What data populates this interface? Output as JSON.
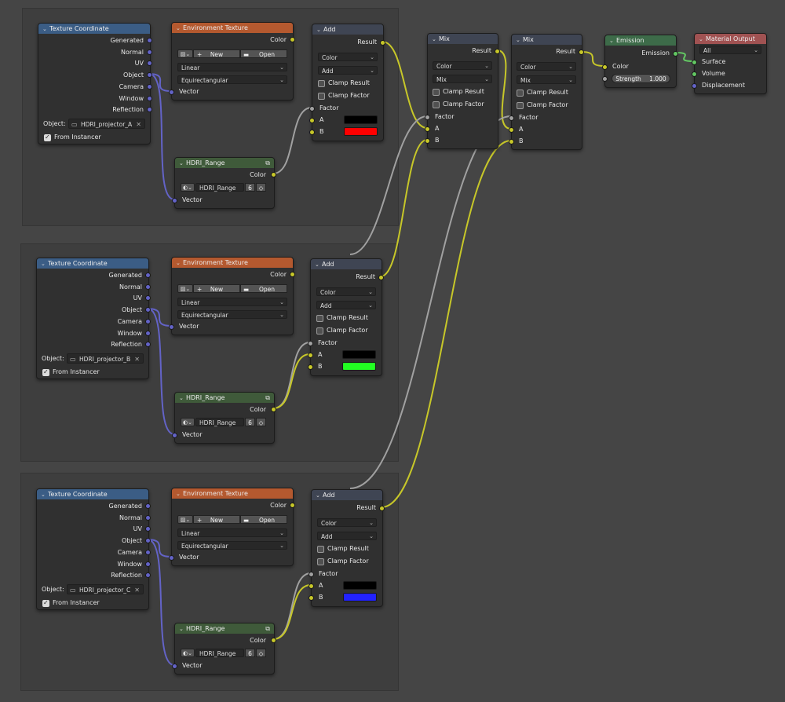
{
  "colors": {
    "vector_socket": "#6363c7",
    "color_socket": "#c7c729",
    "factor_socket": "#a1a1a1",
    "shader_socket": "#63c763",
    "input_header": "#3b5d85",
    "texture_header": "#b4592f",
    "converter_header": "#3f4553",
    "shader_header": "#3d6b49",
    "output_header": "#a05252",
    "group_header": "#3f5a3a"
  },
  "groups": [
    {
      "texcoord": {
        "title": "Texture Coordinate",
        "outputs": [
          "Generated",
          "Normal",
          "UV",
          "Object",
          "Camera",
          "Window",
          "Reflection"
        ],
        "object_label": "Object:",
        "object_value": "HDRI_projector_A",
        "from_instancer_label": "From Instancer",
        "from_instancer_checked": true
      },
      "envtex": {
        "title": "Environment Texture",
        "output": "Color",
        "new_label": "New",
        "open_label": "Open",
        "interpolation": "Linear",
        "projection": "Equirectangular",
        "input": "Vector"
      },
      "range": {
        "title": "HDRI_Range",
        "output": "Color",
        "group_name": "HDRI_Range",
        "users": "6",
        "input": "Vector"
      },
      "add": {
        "title": "Add",
        "output": "Result",
        "data_type": "Color",
        "blend": "Add",
        "clamp_result": "Clamp Result",
        "clamp_factor": "Clamp Factor",
        "factor": "Factor",
        "a": "A",
        "b": "B",
        "a_color": "#000000",
        "b_color": "#ff0000"
      }
    },
    {
      "texcoord": {
        "title": "Texture Coordinate",
        "outputs": [
          "Generated",
          "Normal",
          "UV",
          "Object",
          "Camera",
          "Window",
          "Reflection"
        ],
        "object_label": "Object:",
        "object_value": "HDRI_projector_B",
        "from_instancer_label": "From Instancer",
        "from_instancer_checked": true
      },
      "envtex": {
        "title": "Environment Texture",
        "output": "Color",
        "new_label": "New",
        "open_label": "Open",
        "interpolation": "Linear",
        "projection": "Equirectangular",
        "input": "Vector"
      },
      "range": {
        "title": "HDRI_Range",
        "output": "Color",
        "group_name": "HDRI_Range",
        "users": "6",
        "input": "Vector"
      },
      "add": {
        "title": "Add",
        "output": "Result",
        "data_type": "Color",
        "blend": "Add",
        "clamp_result": "Clamp Result",
        "clamp_factor": "Clamp Factor",
        "factor": "Factor",
        "a": "A",
        "b": "B",
        "a_color": "#000000",
        "b_color": "#22ff22"
      }
    },
    {
      "texcoord": {
        "title": "Texture Coordinate",
        "outputs": [
          "Generated",
          "Normal",
          "UV",
          "Object",
          "Camera",
          "Window",
          "Reflection"
        ],
        "object_label": "Object:",
        "object_value": "HDRI_projector_C",
        "from_instancer_label": "From Instancer",
        "from_instancer_checked": true
      },
      "envtex": {
        "title": "Environment Texture",
        "output": "Color",
        "new_label": "New",
        "open_label": "Open",
        "interpolation": "Linear",
        "projection": "Equirectangular",
        "input": "Vector"
      },
      "range": {
        "title": "HDRI_Range",
        "output": "Color",
        "group_name": "HDRI_Range",
        "users": "6",
        "input": "Vector"
      },
      "add": {
        "title": "Add",
        "output": "Result",
        "data_type": "Color",
        "blend": "Add",
        "clamp_result": "Clamp Result",
        "clamp_factor": "Clamp Factor",
        "factor": "Factor",
        "a": "A",
        "b": "B",
        "a_color": "#000000",
        "b_color": "#2222ff"
      }
    }
  ],
  "mix_nodes": [
    {
      "title": "Mix",
      "output": "Result",
      "data_type": "Color",
      "blend": "Mix",
      "clamp_result": "Clamp Result",
      "clamp_factor": "Clamp Factor",
      "factor": "Factor",
      "a": "A",
      "b": "B"
    },
    {
      "title": "Mix",
      "output": "Result",
      "data_type": "Color",
      "blend": "Mix",
      "clamp_result": "Clamp Result",
      "clamp_factor": "Clamp Factor",
      "factor": "Factor",
      "a": "A",
      "b": "B"
    }
  ],
  "emission": {
    "title": "Emission",
    "output": "Emission",
    "color": "Color",
    "strength_label": "Strength",
    "strength_value": "1.000"
  },
  "material_output": {
    "title": "Material Output",
    "target": "All",
    "surface": "Surface",
    "volume": "Volume",
    "displacement": "Displacement"
  }
}
